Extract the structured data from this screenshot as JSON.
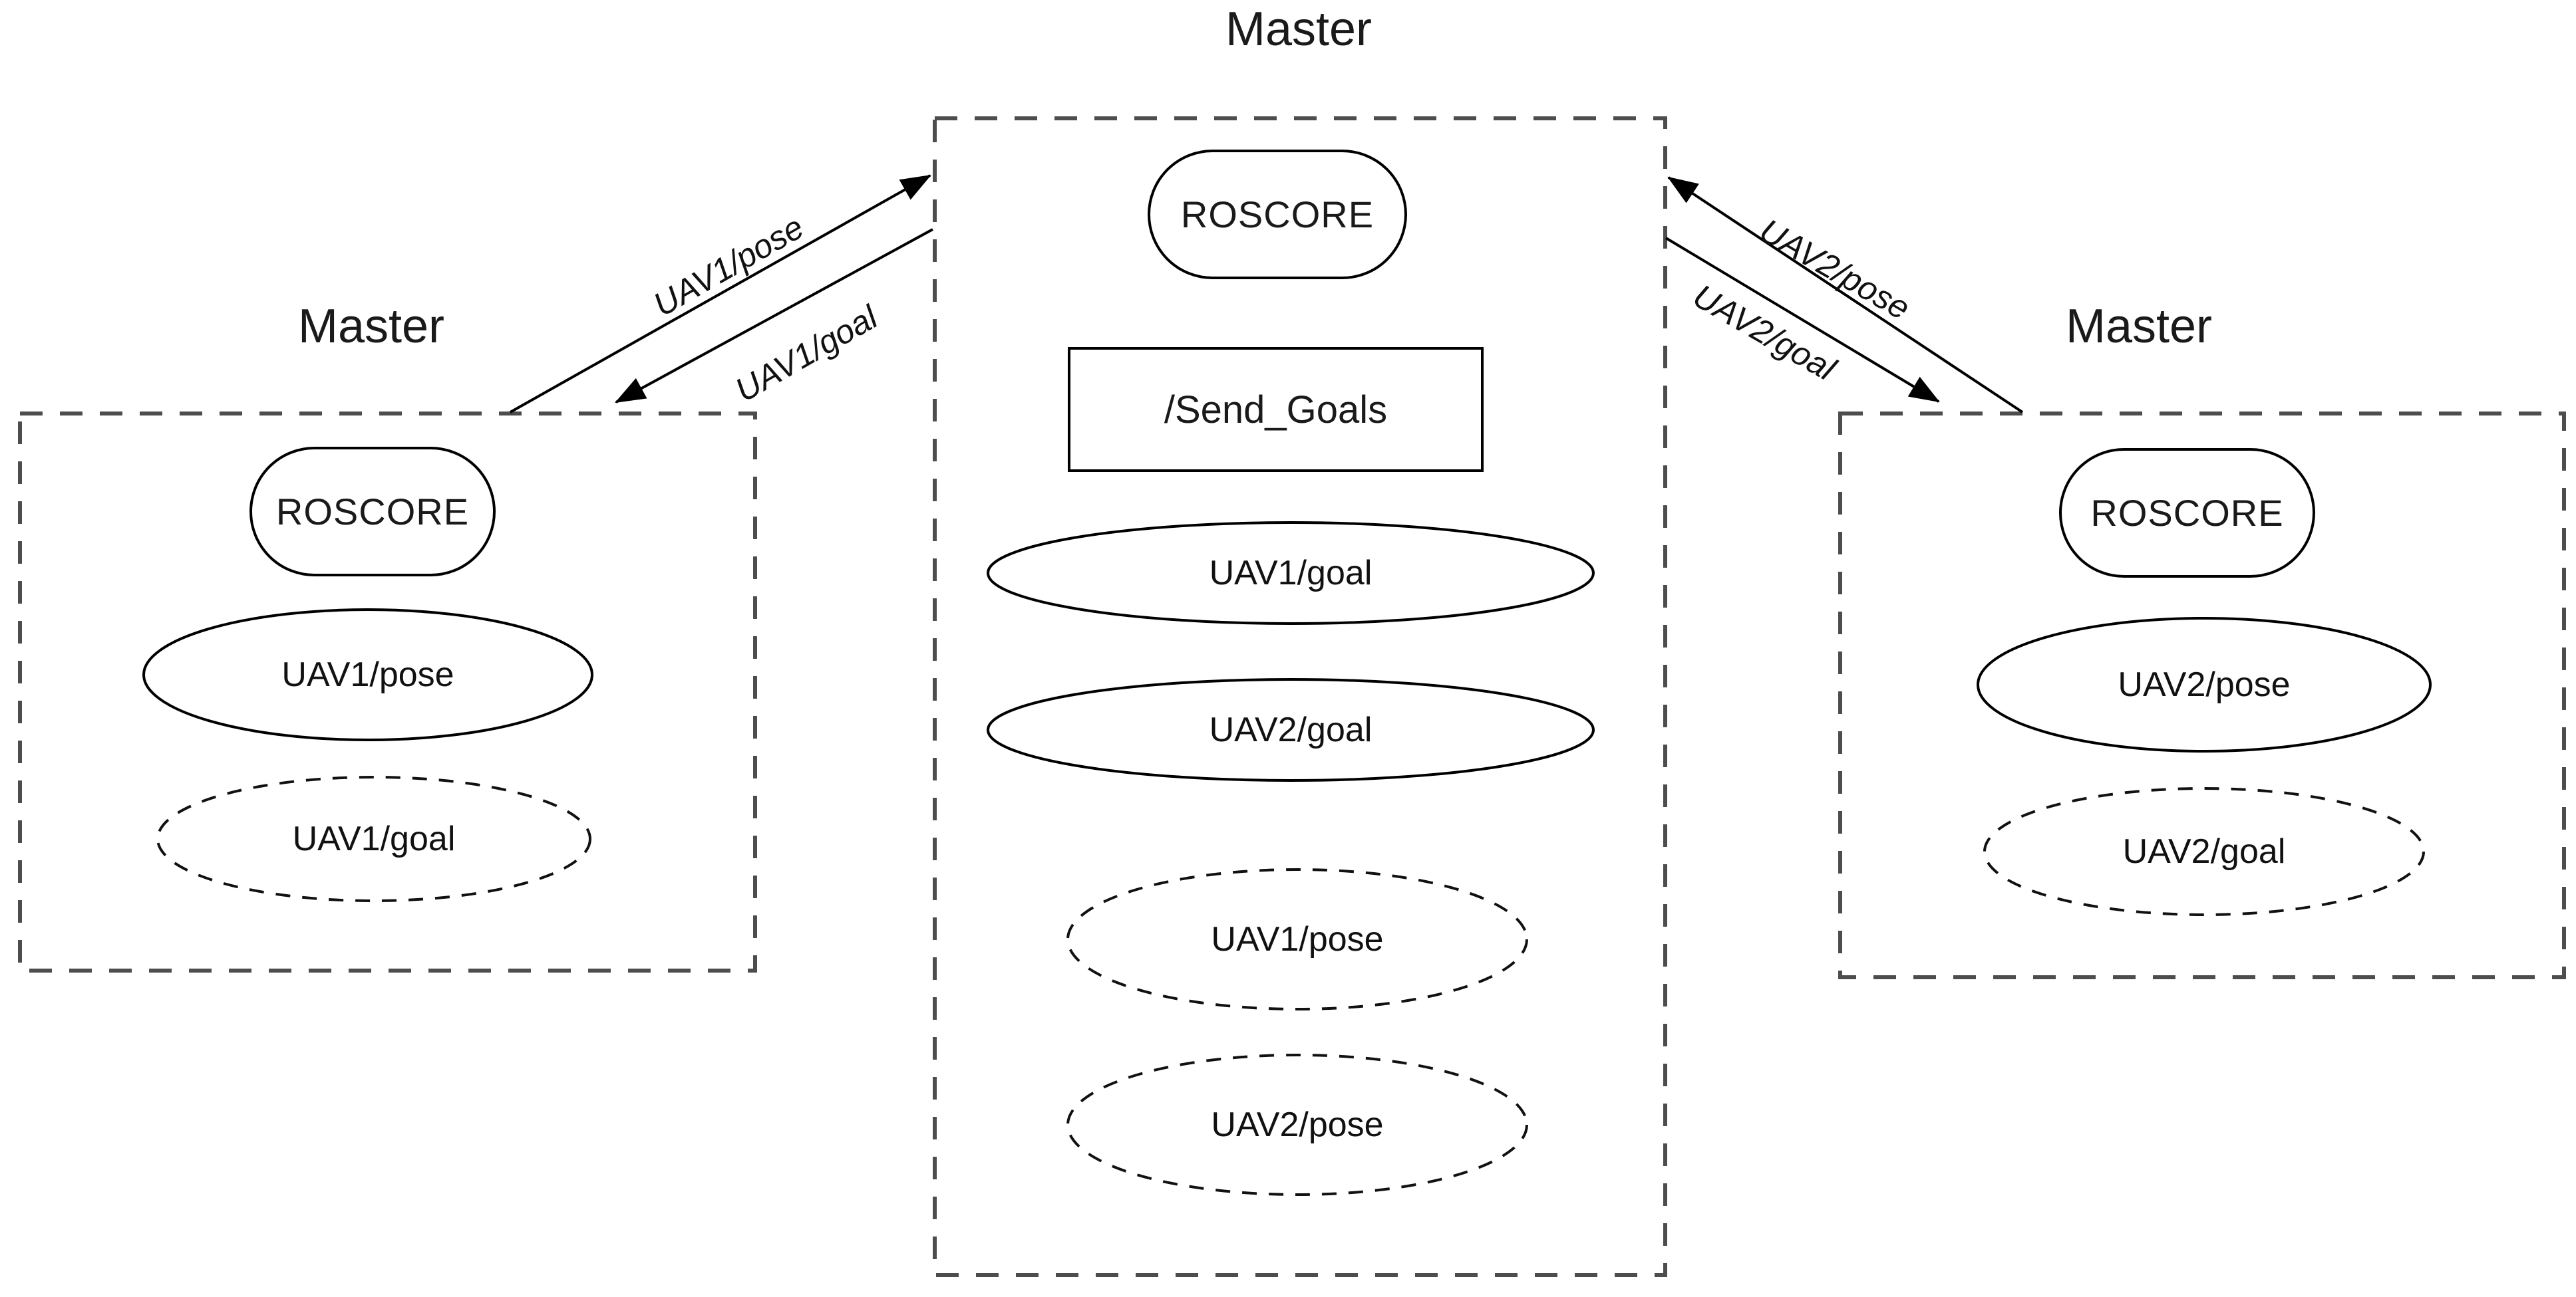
{
  "diagram_type": "ros-multimaster-architecture",
  "colors": {
    "background": "#ffffff",
    "shape_stroke": "#000000",
    "box_dash_stroke": "#4d4d4d",
    "text": "#1a1a1a"
  },
  "groups": [
    {
      "id": "left",
      "label": "Master",
      "core": "ROSCORE",
      "topics": [
        {
          "name": "UAV1/pose",
          "style": "solid"
        },
        {
          "name": "UAV1/goal",
          "style": "dashed"
        }
      ]
    },
    {
      "id": "center",
      "label": "Master",
      "core": "ROSCORE",
      "node": "/Send_Goals",
      "topics": [
        {
          "name": "UAV1/goal",
          "style": "solid"
        },
        {
          "name": "UAV2/goal",
          "style": "solid"
        },
        {
          "name": "UAV1/pose",
          "style": "dashed"
        },
        {
          "name": "UAV2/pose",
          "style": "dashed"
        }
      ]
    },
    {
      "id": "right",
      "label": "Master",
      "core": "ROSCORE",
      "topics": [
        {
          "name": "UAV2/pose",
          "style": "solid"
        },
        {
          "name": "UAV2/goal",
          "style": "dashed"
        }
      ]
    }
  ],
  "links": [
    {
      "label": "UAV1/pose",
      "from": "left-master",
      "to": "center-master"
    },
    {
      "label": "UAV1/goal",
      "from": "center-master",
      "to": "left-master"
    },
    {
      "label": "UAV2/pose",
      "from": "right-master",
      "to": "center-master"
    },
    {
      "label": "UAV2/goal",
      "from": "center-master",
      "to": "right-master"
    }
  ]
}
